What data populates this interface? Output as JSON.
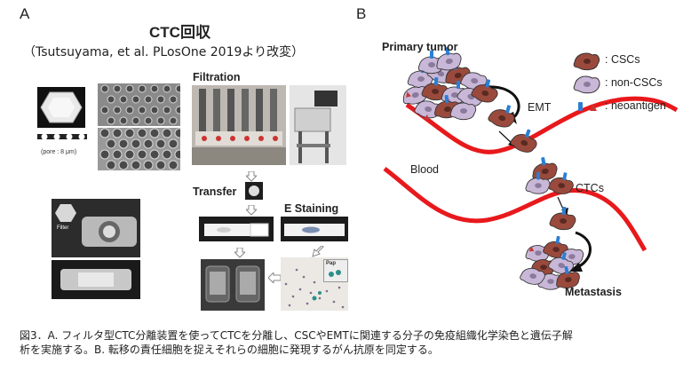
{
  "panel_a": {
    "letter": "A",
    "title": "CTC回収",
    "citation": "（Tsutsuyama, et al. PLosOne 2019より改変）",
    "pore_label": "(pore : 8 μm)",
    "filter_label": "Filter",
    "filtration_label": "Filtration",
    "transfer_label": "Transfer",
    "staining_label": "E  Staining",
    "pap_label": "Pap"
  },
  "panel_b": {
    "letter": "B",
    "primary_tumor_label": "Primary tumor",
    "emt_label": "EMT",
    "blood_label": "Blood",
    "ctcs_label": "CTCs",
    "metastasis_label": "Metastasis",
    "legend": {
      "cscs": ": CSCs",
      "non_cscs": ": non-CSCs",
      "neoantigen": ": neoantigen"
    },
    "colors": {
      "vessel": "#e8191c",
      "csc_fill": "#9a4a3c",
      "non_csc_fill": "#c9b7d8",
      "neoantigen_blue": "#2a7fd4",
      "neoantigen_red": "#c8362f"
    }
  },
  "caption": {
    "line1": "図3．A. フィルタ型CTC分離装置を使ってCTCを分離し、CSCやEMTに関連する分子の免疫組織化学染色と遺伝子解",
    "line2": "析を実施する。B. 転移の責任細胞を捉えそれらの細胞に発現するがん抗原を同定する。"
  }
}
